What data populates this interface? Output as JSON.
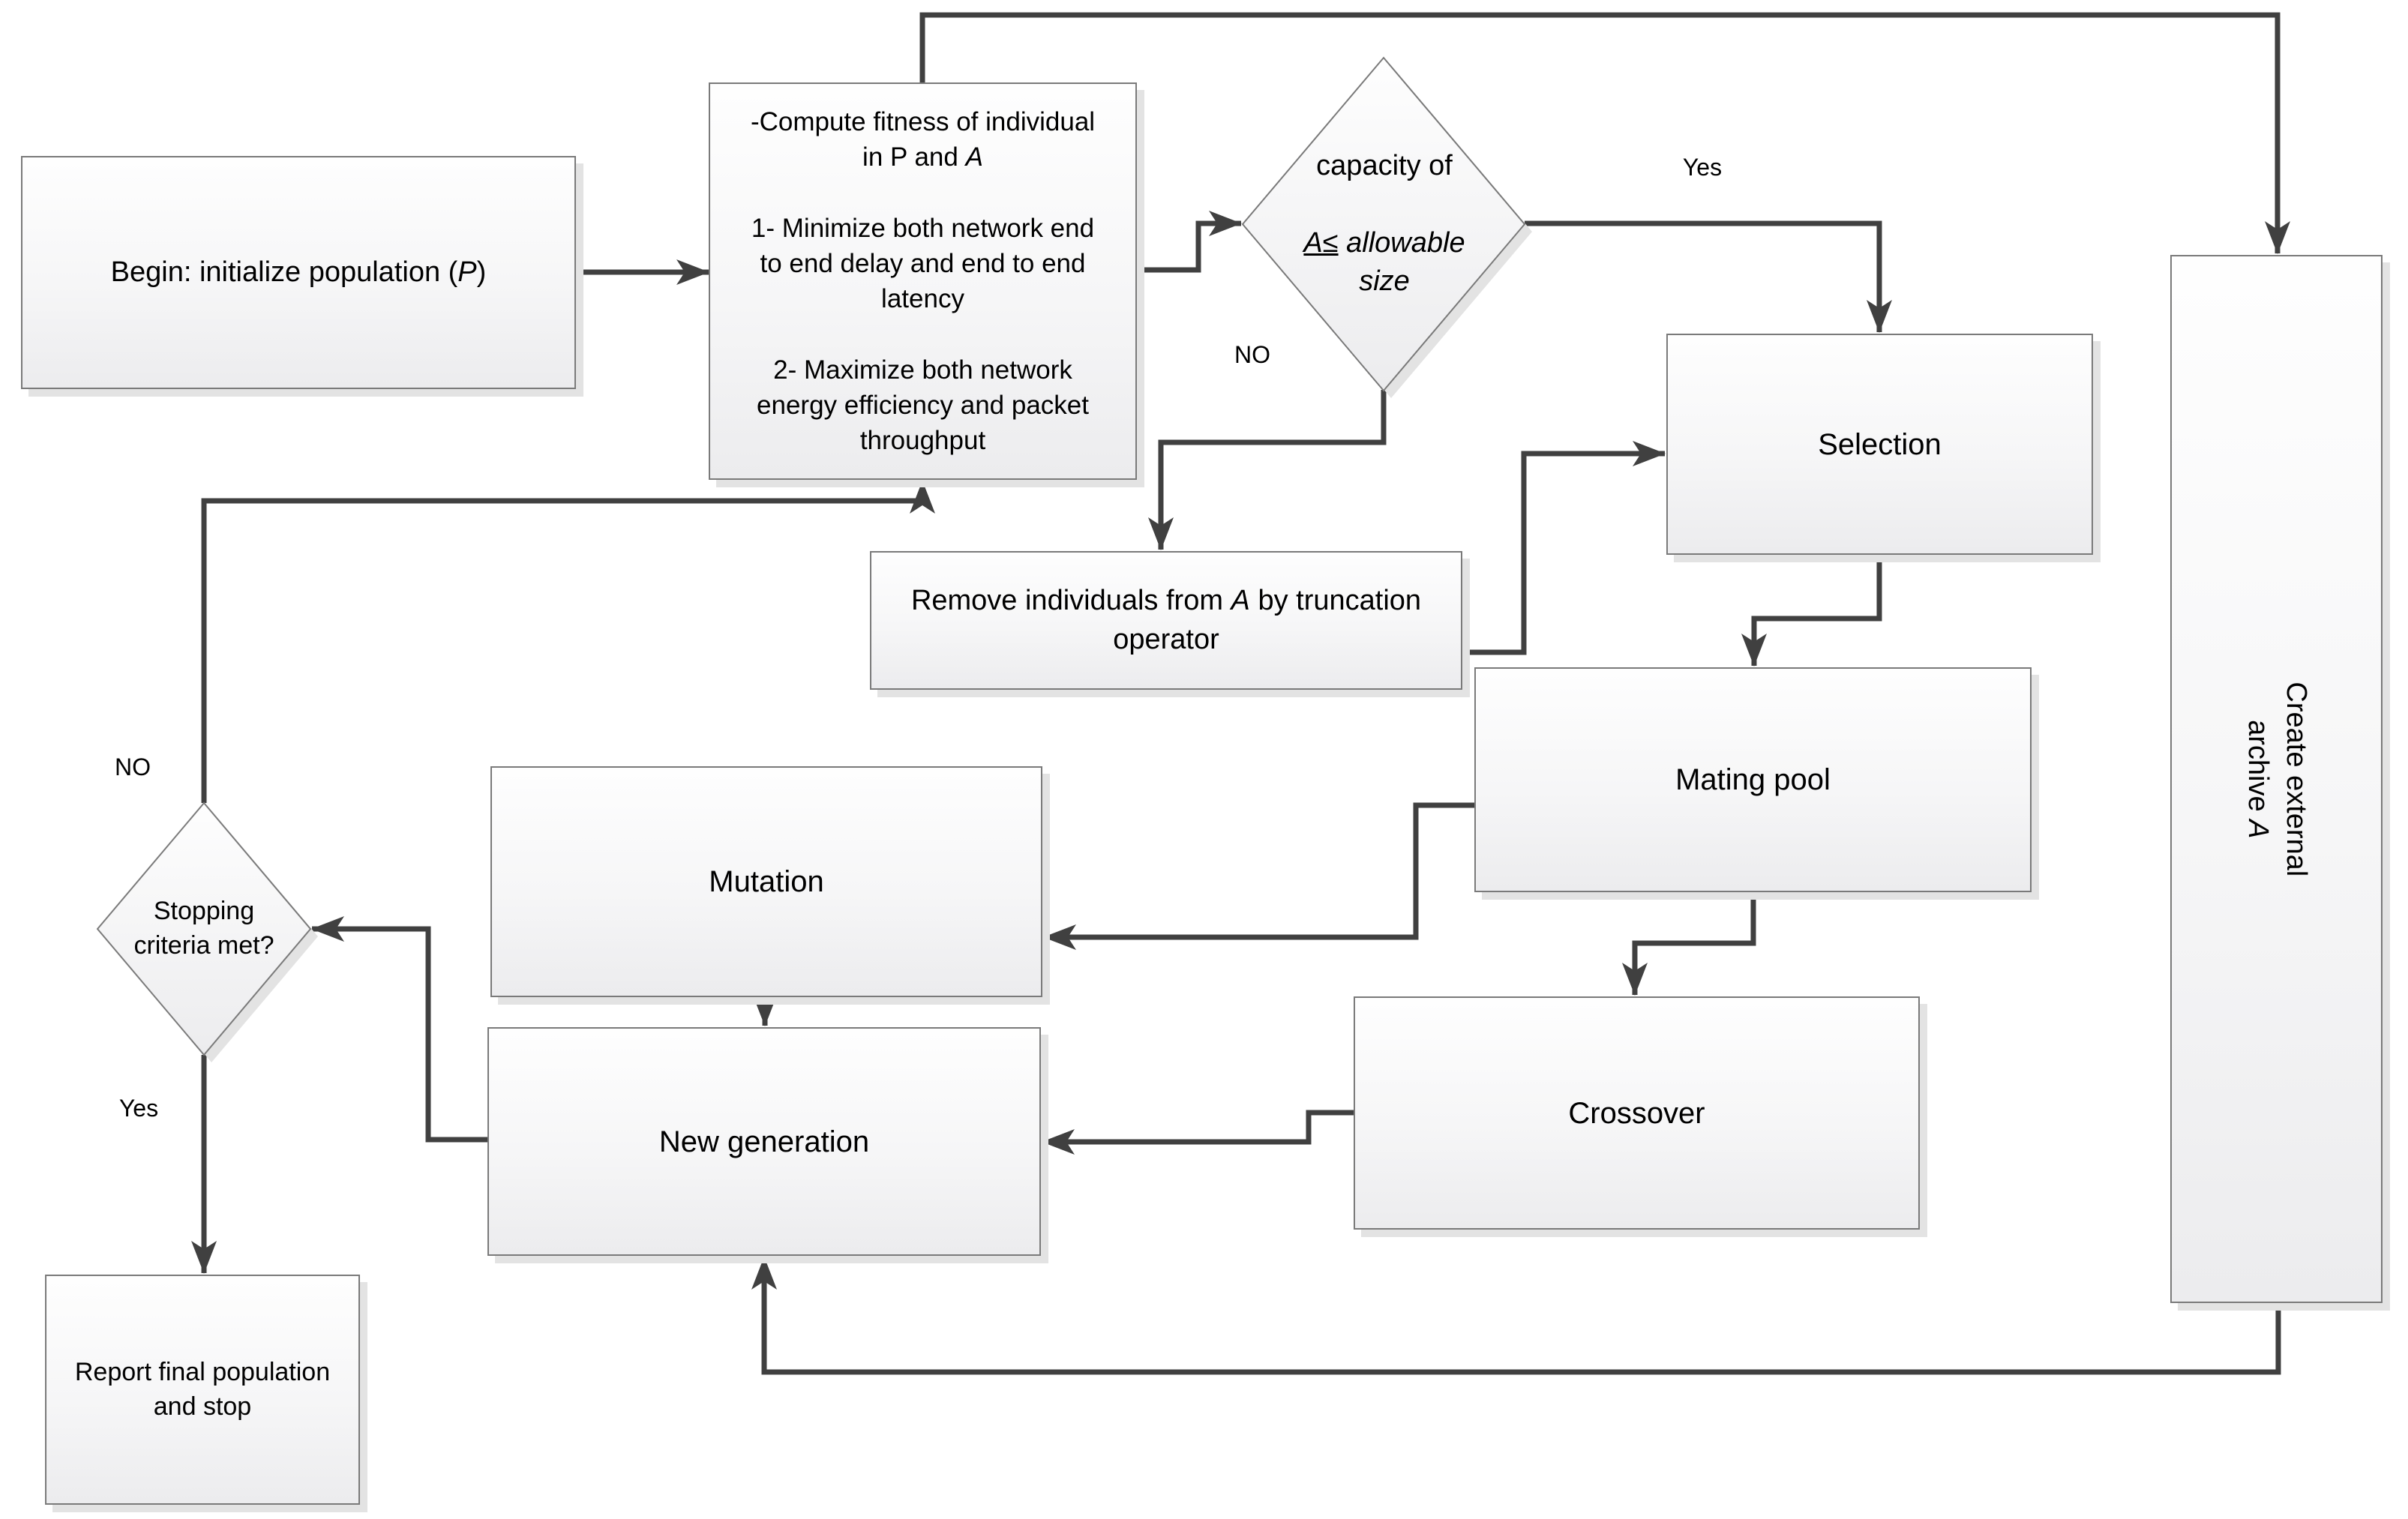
{
  "colors": {
    "line": "#404040",
    "border": "#7a7a7a",
    "shadow": "#e3e3e3",
    "text": "#000000",
    "fill_top": "#fefefe",
    "fill_bottom": "#ececee"
  },
  "labels": {
    "yes_right": "Yes",
    "no_right": "NO",
    "no_left": "NO",
    "yes_left": "Yes"
  },
  "nodes": {
    "begin": {
      "lines": [
        [
          {
            "t": "Begin: initialize population ("
          },
          {
            "t": "P",
            "i": true
          },
          {
            "t": ")"
          }
        ]
      ]
    },
    "compute": {
      "lines": [
        [
          {
            "t": "-Compute fitness of individual"
          }
        ],
        [
          {
            "t": "in P and "
          },
          {
            "t": "A",
            "i": true
          }
        ],
        [],
        [
          {
            "t": "1- Minimize  both  network end"
          }
        ],
        [
          {
            "t": "to end delay and end to end"
          }
        ],
        [
          {
            "t": "latency"
          }
        ],
        [],
        [
          {
            "t": "2-  Maximize both network"
          }
        ],
        [
          {
            "t": "energy efficiency and packet"
          }
        ],
        [
          {
            "t": "throughput"
          }
        ]
      ]
    },
    "capacity": {
      "lines": [
        [
          {
            "t": "capacity of"
          }
        ],
        [],
        [
          {
            "t": "A≤",
            "i": true,
            "u": true
          },
          {
            "t": " allowable",
            "i": true
          }
        ],
        [
          {
            "t": "size",
            "i": true
          }
        ]
      ]
    },
    "selection": {
      "lines": [
        [
          {
            "t": "Selection"
          }
        ]
      ]
    },
    "remove": {
      "lines": [
        [
          {
            "t": "Remove individuals from "
          },
          {
            "t": "A",
            "i": true
          },
          {
            "t": " by truncation"
          }
        ],
        [
          {
            "t": "operator"
          }
        ]
      ]
    },
    "mating": {
      "lines": [
        [
          {
            "t": "Mating pool"
          }
        ]
      ]
    },
    "mutation": {
      "lines": [
        [
          {
            "t": "Mutation"
          }
        ]
      ]
    },
    "crossover": {
      "lines": [
        [
          {
            "t": "Crossover"
          }
        ]
      ]
    },
    "newgen": {
      "lines": [
        [
          {
            "t": "New generation"
          }
        ]
      ]
    },
    "stopping": {
      "lines": [
        [
          {
            "t": "Stopping"
          }
        ],
        [
          {
            "t": "criteria met?"
          }
        ]
      ]
    },
    "report": {
      "lines": [
        [
          {
            "t": "Report final population"
          }
        ],
        [
          {
            "t": "and stop"
          }
        ]
      ]
    },
    "archive": {
      "lines": [
        [
          {
            "t": "Create external archive "
          },
          {
            "t": "A",
            "i": true
          }
        ]
      ]
    }
  }
}
